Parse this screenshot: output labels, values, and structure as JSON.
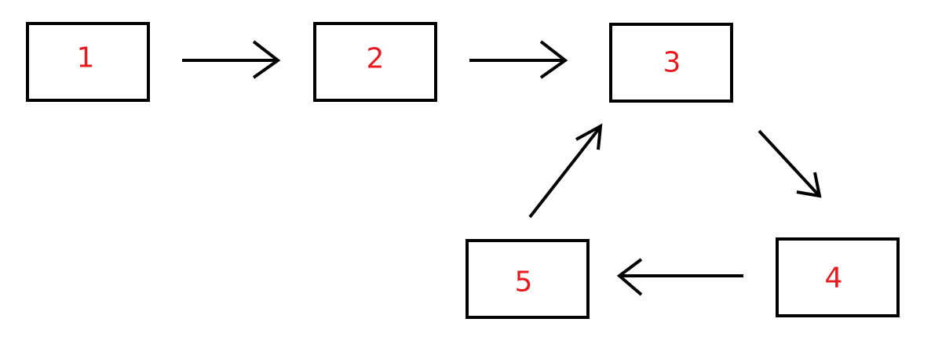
{
  "colors": {
    "box_stroke": "#000000",
    "label_color": "#e8191f",
    "arrow_color": "#000000"
  },
  "nodes": [
    {
      "id": "1",
      "label": "1"
    },
    {
      "id": "2",
      "label": "2"
    },
    {
      "id": "3",
      "label": "3"
    },
    {
      "id": "4",
      "label": "4"
    },
    {
      "id": "5",
      "label": "5"
    }
  ],
  "edges": [
    {
      "from": "1",
      "to": "2"
    },
    {
      "from": "2",
      "to": "3"
    },
    {
      "from": "3",
      "to": "4"
    },
    {
      "from": "4",
      "to": "5"
    },
    {
      "from": "5",
      "to": "3"
    }
  ]
}
